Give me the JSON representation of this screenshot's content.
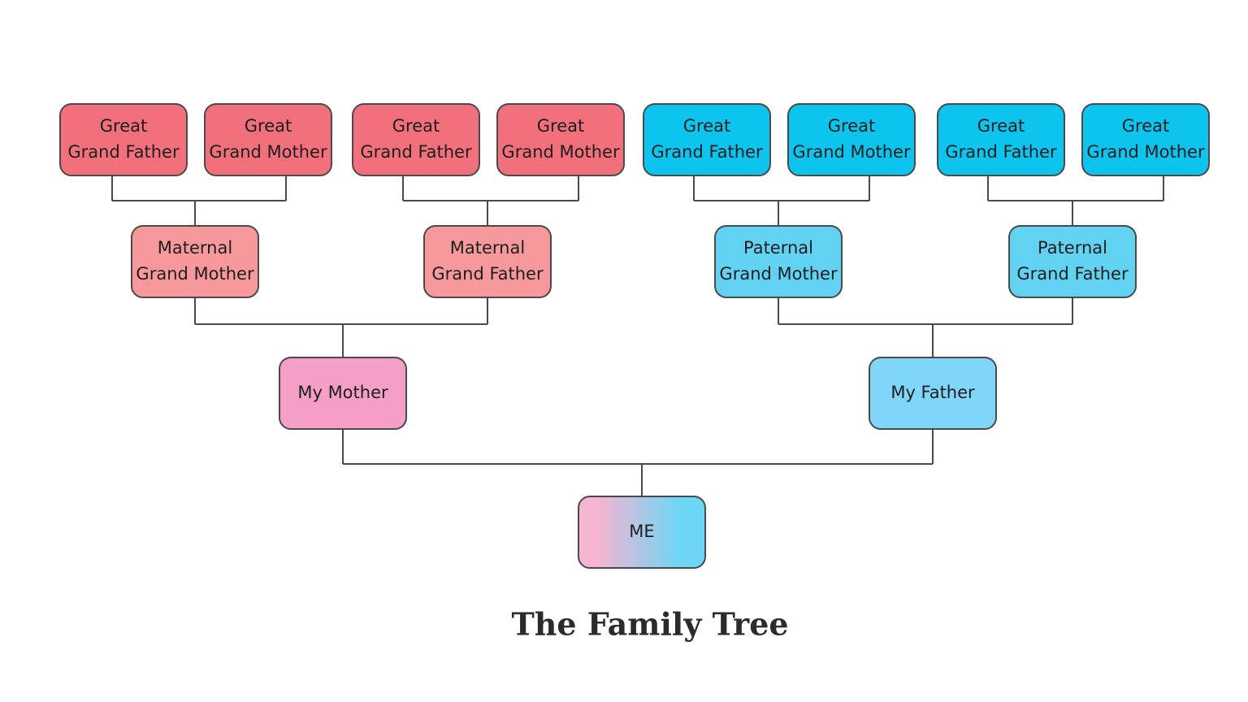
{
  "title": "The Family Tree",
  "colors": {
    "maternal_great": "#f2707c",
    "maternal_grand": "#f7999c",
    "mother": "#f59fc6",
    "paternal_great": "#0cc4ee",
    "paternal_grand": "#62d2f3",
    "father": "#7fd6f8",
    "me_left": "#f6b5d2",
    "me_right": "#6dd6f6",
    "line": "#4a4a4a"
  },
  "nodes": {
    "ggf1": {
      "lines": [
        "Great",
        "Grand Father"
      ],
      "color": "maternal_great"
    },
    "ggm1": {
      "lines": [
        "Great",
        "Grand Mother"
      ],
      "color": "maternal_great"
    },
    "ggf2": {
      "lines": [
        "Great",
        "Grand Father"
      ],
      "color": "maternal_great"
    },
    "ggm2": {
      "lines": [
        "Great",
        "Grand Mother"
      ],
      "color": "maternal_great"
    },
    "ggf3": {
      "lines": [
        "Great",
        "Grand Father"
      ],
      "color": "paternal_great"
    },
    "ggm3": {
      "lines": [
        "Great",
        "Grand Mother"
      ],
      "color": "paternal_great"
    },
    "ggf4": {
      "lines": [
        "Great",
        "Grand Father"
      ],
      "color": "paternal_great"
    },
    "ggm4": {
      "lines": [
        "Great",
        "Grand Mother"
      ],
      "color": "paternal_great"
    },
    "mgm": {
      "lines": [
        "Maternal",
        "Grand Mother"
      ],
      "color": "maternal_grand"
    },
    "mgf": {
      "lines": [
        "Maternal",
        "Grand Father"
      ],
      "color": "maternal_grand"
    },
    "pgm": {
      "lines": [
        "Paternal",
        "Grand Mother"
      ],
      "color": "paternal_grand"
    },
    "pgf": {
      "lines": [
        "Paternal",
        "Grand Father"
      ],
      "color": "paternal_grand"
    },
    "mother": {
      "lines": [
        "My Mother"
      ],
      "color": "mother"
    },
    "father": {
      "lines": [
        "My Father"
      ],
      "color": "father"
    },
    "me": {
      "lines": [
        "ME"
      ],
      "color": "gradient"
    }
  },
  "edges": [
    {
      "parents": [
        "ggf1",
        "ggm1"
      ],
      "child": "mgm"
    },
    {
      "parents": [
        "ggf2",
        "ggm2"
      ],
      "child": "mgf"
    },
    {
      "parents": [
        "ggf3",
        "ggm3"
      ],
      "child": "pgm"
    },
    {
      "parents": [
        "ggf4",
        "ggm4"
      ],
      "child": "pgf"
    },
    {
      "parents": [
        "mgm",
        "mgf"
      ],
      "child": "mother"
    },
    {
      "parents": [
        "pgm",
        "pgf"
      ],
      "child": "father"
    },
    {
      "parents": [
        "mother",
        "father"
      ],
      "child": "me"
    }
  ]
}
